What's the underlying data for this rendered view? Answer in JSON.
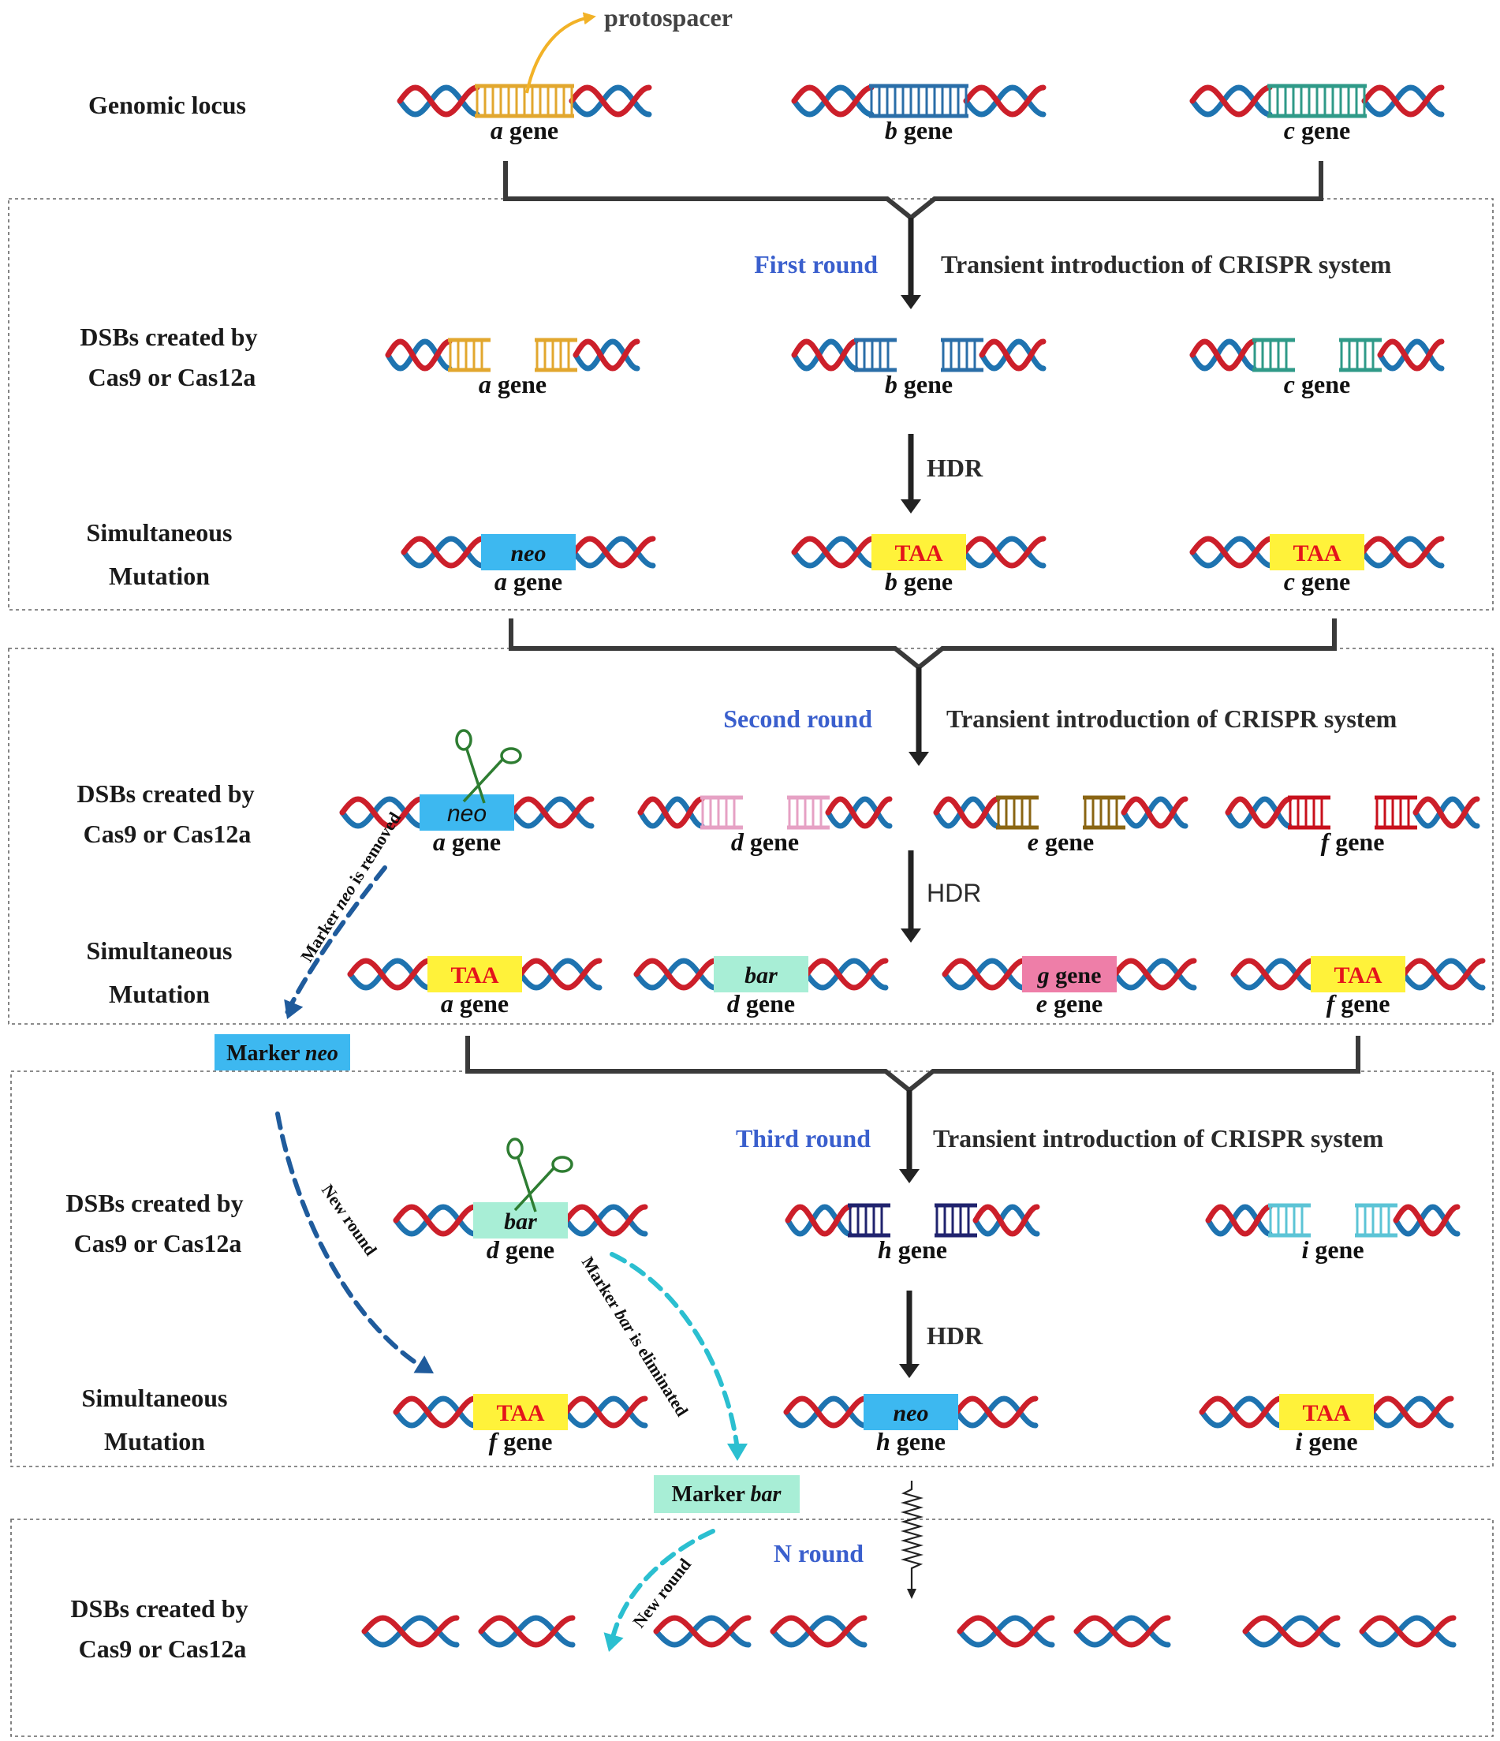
{
  "rows": {
    "genomic": "Genomic locus",
    "dsb_line1": "DSBs created by",
    "dsb_line2": "Cas9 or Cas12a",
    "sim_line1": "Simultaneous",
    "sim_line2": "Mutation"
  },
  "rounds": {
    "first": "First round",
    "second": "Second round",
    "third": "Third round",
    "n": "N round",
    "transient": "Transient introduction of CRISPR system"
  },
  "hdr": {
    "label": "HDR"
  },
  "protospacer": "protospacer",
  "gene_suffix": "gene",
  "markers": {
    "neo_word": "Marker",
    "neo_name": "neo",
    "bar_word": "Marker",
    "bar_name": "bar"
  },
  "curves": {
    "neo_removed_a": "Marker",
    "neo_removed_b": "neo",
    "neo_removed_c": "is removed",
    "new_round": "New round",
    "bar_elim_a": "Marker",
    "bar_elim_b": "bar",
    "bar_elim_c": "is eliminated"
  },
  "colors": {
    "strand_red": "#cc1f2a",
    "strand_blue": "#1e73b0",
    "gene_a": "#e2a72e",
    "gene_b": "#2a6ea8",
    "gene_c": "#2f9a88",
    "gene_d": "#e6a1c4",
    "gene_e": "#8a6513",
    "gene_f": "#c8101c",
    "gene_h": "#20236e",
    "gene_i": "#5cc4d6",
    "neo_box": "#3db8f0",
    "taa_box": "#fff23a",
    "taa_text": "#e4141b",
    "bar_box": "#a8eed6",
    "g_box": "#ee7ea8",
    "round_label": "#3a5fcd",
    "arrow_blue": "#1f5b9c",
    "arrow_cyan": "#2bbfd0",
    "protospacer_arrow": "#f2b227",
    "scissors": "#2e7d32"
  },
  "rounds_content": [
    {
      "row": "genomic",
      "items": [
        {
          "gene": "a",
          "state": "intact",
          "color": "gene_a"
        },
        {
          "gene": "b",
          "state": "intact",
          "color": "gene_b"
        },
        {
          "gene": "c",
          "state": "intact",
          "color": "gene_c"
        }
      ]
    },
    {
      "row": "dsb-round-1",
      "items": [
        {
          "gene": "a",
          "state": "cut",
          "color": "gene_a"
        },
        {
          "gene": "b",
          "state": "cut",
          "color": "gene_b"
        },
        {
          "gene": "c",
          "state": "cut",
          "color": "gene_c"
        }
      ]
    },
    {
      "row": "mutation-round-1",
      "items": [
        {
          "gene": "a",
          "insert": "neo"
        },
        {
          "gene": "b",
          "insert": "TAA"
        },
        {
          "gene": "c",
          "insert": "TAA"
        }
      ]
    },
    {
      "row": "dsb-round-2",
      "items": [
        {
          "gene": "a",
          "insert": "neo",
          "scissors": true
        },
        {
          "gene": "d",
          "state": "cut",
          "color": "gene_d"
        },
        {
          "gene": "e",
          "state": "cut",
          "color": "gene_e"
        },
        {
          "gene": "f",
          "state": "cut",
          "color": "gene_f"
        }
      ]
    },
    {
      "row": "mutation-round-2",
      "items": [
        {
          "gene": "a",
          "insert": "TAA"
        },
        {
          "gene": "d",
          "insert": "bar"
        },
        {
          "gene": "e",
          "insert": "g gene"
        },
        {
          "gene": "f",
          "insert": "TAA"
        }
      ]
    },
    {
      "row": "dsb-round-3",
      "items": [
        {
          "gene": "d",
          "insert": "bar",
          "scissors": true
        },
        {
          "gene": "h",
          "state": "cut",
          "color": "gene_h"
        },
        {
          "gene": "i",
          "state": "cut",
          "color": "gene_i"
        }
      ]
    },
    {
      "row": "mutation-round-3",
      "items": [
        {
          "gene": "f",
          "insert": "TAA"
        },
        {
          "gene": "h",
          "insert": "neo"
        },
        {
          "gene": "i",
          "insert": "TAA"
        }
      ]
    },
    {
      "row": "dsb-round-n",
      "items": [
        {
          "state": "broken"
        },
        {
          "state": "broken"
        },
        {
          "state": "broken"
        },
        {
          "state": "broken"
        }
      ]
    }
  ]
}
